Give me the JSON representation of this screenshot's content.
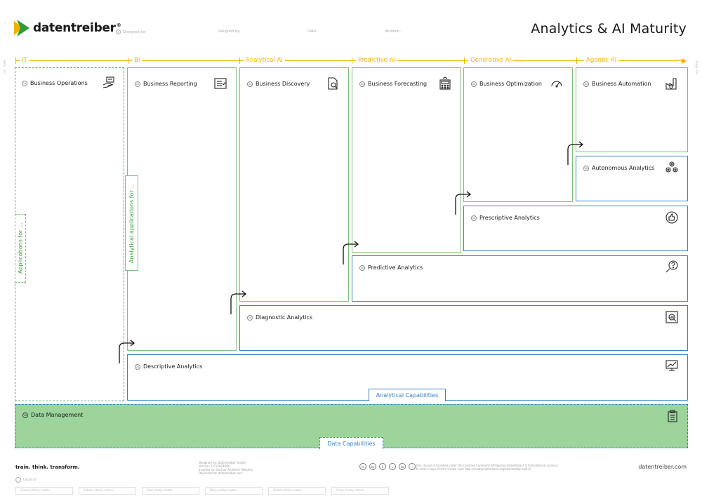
{
  "header": {
    "brand": "datentreiber",
    "brand_mark": "®",
    "title": "Analytics & AI Maturity",
    "meta": [
      {
        "num": "①",
        "label": "Designed for:"
      },
      {
        "num": "",
        "label": "Designed by:"
      },
      {
        "num": "",
        "label": "Date:"
      },
      {
        "num": "",
        "label": "Iteration:"
      }
    ]
  },
  "stages": [
    "IT",
    "BI",
    "Analytical AI",
    "Predictive AI",
    "Generative AI",
    "Agentic AI"
  ],
  "side_marks": {
    "left": "Beta · 1/1",
    "right": "Stage 1/4"
  },
  "boxes": {
    "business_operations": {
      "num": "1a",
      "title": "Business Operations",
      "icon": "hand-with-laptop-icon"
    },
    "business_reporting": {
      "num": "2a",
      "title": "Business Reporting",
      "icon": "report-list-icon"
    },
    "business_discovery": {
      "num": "3a",
      "title": "Business Discovery",
      "icon": "document-search-icon"
    },
    "business_forecasting": {
      "num": "4a",
      "title": "Business Forecasting",
      "icon": "calculator-forecast-icon"
    },
    "business_optimization": {
      "num": "5a",
      "title": "Business Optimization",
      "icon": "speedometer-icon"
    },
    "business_automation": {
      "num": "6a",
      "title": "Business Automation",
      "icon": "factory-gear-icon"
    },
    "autonomous_analytics": {
      "num": "6b",
      "title": "Autonomous Analytics",
      "icon": "gears-network-icon"
    },
    "prescriptive_analytics": {
      "num": "5b",
      "title": "Prescriptive Analytics",
      "icon": "thumbs-up-circle-icon"
    },
    "predictive_analytics": {
      "num": "4b",
      "title": "Predictive Analytics",
      "icon": "crystal-ball-question-icon"
    },
    "diagnostic_analytics": {
      "num": "3b",
      "title": "Diagnostic Analytics",
      "icon": "magnifier-chart-icon"
    },
    "descriptive_analytics": {
      "num": "2b",
      "title": "Descriptive Analytics",
      "icon": "line-chart-screen-icon"
    },
    "data_management": {
      "num": "1b",
      "title": "Data Management",
      "icon": "clipboard-list-icon"
    }
  },
  "tabs": {
    "applications_for": "Applications for ...",
    "analytical_applications_for": "Analytical applications for ...",
    "analytical_capabilities": "Analytical Capabilities",
    "data_capabilities": "Data Capabilities"
  },
  "footer": {
    "tagline": "train. think. transform.",
    "credits": [
      "Designed by: Datentreiber GmbH",
      "Version: 1.0 (2024/09)",
      "Inspired by: Gartner Analytics Maturity",
      "Download at: datentreiber.com"
    ],
    "license": [
      "This canvas is licensed under the Creative Commons Attribution-ShareAlike 4.0 International License.",
      "To view a copy of this license visit: http://creativecommons.org/licenses/by-sa/4.0/"
    ],
    "website": "datentreiber.com",
    "cc_icons": [
      "cc",
      "by",
      "$",
      "=",
      "sa",
      "i"
    ],
    "legend_label": "Legend",
    "sticky_notes": [
      "Green sticky notes",
      "Yellow sticky notes",
      "Red sticky notes",
      "Blue sticky notes",
      "Violet sticky notes",
      "Gray sticky notes"
    ]
  },
  "colors": {
    "stage": "#f0b400",
    "application_border": "#7cc27c",
    "capability_border": "#3a83c6",
    "data_fill": "#9dd49b",
    "logo_green": "#2e9a3a",
    "logo_yellow": "#f0b400"
  }
}
